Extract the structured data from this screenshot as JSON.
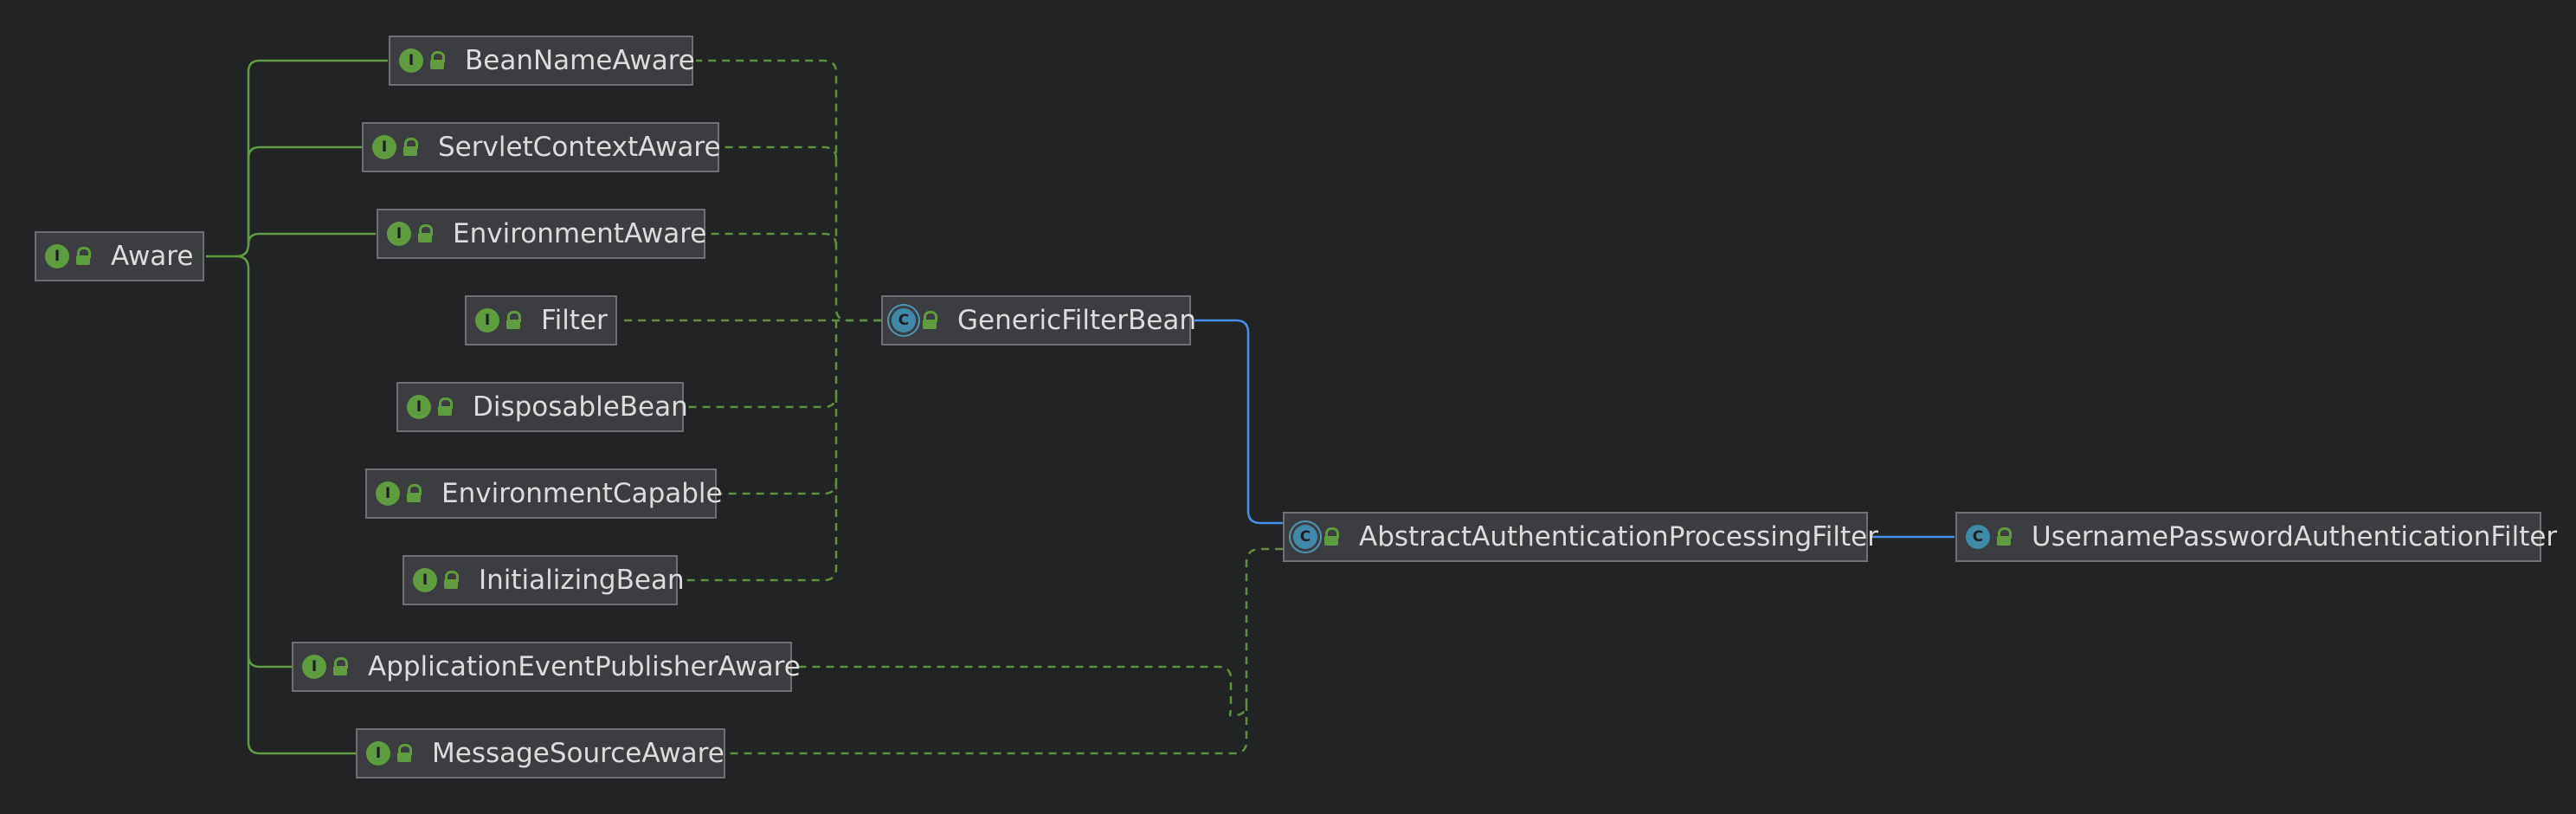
{
  "nodes": {
    "aware": {
      "label": "Aware",
      "kind": "interface"
    },
    "bean_name_aware": {
      "label": "BeanNameAware",
      "kind": "interface"
    },
    "servlet_context_aware": {
      "label": "ServletContextAware",
      "kind": "interface"
    },
    "environment_aware": {
      "label": "EnvironmentAware",
      "kind": "interface"
    },
    "filter": {
      "label": "Filter",
      "kind": "interface"
    },
    "disposable_bean": {
      "label": "DisposableBean",
      "kind": "interface"
    },
    "environment_capable": {
      "label": "EnvironmentCapable",
      "kind": "interface"
    },
    "initializing_bean": {
      "label": "InitializingBean",
      "kind": "interface"
    },
    "application_event_publisher_aware": {
      "label": "ApplicationEventPublisherAware",
      "kind": "interface"
    },
    "message_source_aware": {
      "label": "MessageSourceAware",
      "kind": "interface"
    },
    "generic_filter_bean": {
      "label": "GenericFilterBean",
      "kind": "abstract-class"
    },
    "abstract_authentication_processing_filter": {
      "label": "AbstractAuthenticationProcessingFilter",
      "kind": "abstract-class"
    },
    "username_password_authentication_filter": {
      "label": "UsernamePasswordAuthenticationFilter",
      "kind": "class"
    }
  },
  "badges": {
    "interface": "I",
    "class": "C",
    "abstract": "C"
  },
  "icons": {
    "visibility": "lock-open-icon"
  },
  "colors": {
    "background": "#222325",
    "node_fill": "#3b3d40",
    "node_border": "#6d6f72",
    "text": "#dcdcdc",
    "interface_badge": "#5f9b3f",
    "class_badge": "#3f8aa8",
    "extends_edge": "#4a8fe7",
    "implements_edge": "#5e8f40"
  }
}
